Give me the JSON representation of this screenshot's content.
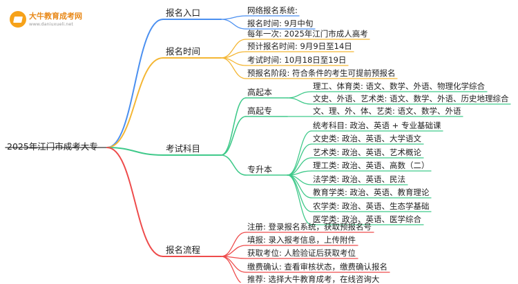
{
  "logo": {
    "name": "大牛教育成考网",
    "url": "www.daniuxueli.net",
    "brand_color": "#f6a21a"
  },
  "colors": {
    "blue": "#4a8ff0",
    "orange": "#f4b633",
    "green": "#3fc98a",
    "red": "#ee4b4b"
  },
  "root": "2025年江门市成考大专",
  "branches": [
    {
      "label": "报名入口",
      "color": "blue",
      "items": [
        "网络报名系统:",
        "报名时间: 9月中旬"
      ]
    },
    {
      "label": "报名时间",
      "color": "orange",
      "items": [
        "每年一次: 2025年江门市成人高考",
        "预计报名时间: 9月9日至14日",
        "考试时间: 10月18日至19日",
        "预报名阶段: 符合条件的考生可提前预报名"
      ]
    },
    {
      "label": "考试科目",
      "color": "green",
      "subs": [
        {
          "label": "高起本",
          "items": [
            "理工、体育类: 语文、数学、外语、物理化学综合",
            "文史、外语、艺术类: 语文、数学、外语、历史地理综合"
          ]
        },
        {
          "label": "高起专",
          "items": [
            "文、理、外、体、艺类: 语文、数学、外语"
          ]
        },
        {
          "label": "专升本",
          "items": [
            "统考科目: 政治、英语 + 专业基础课",
            "文史类: 政治、英语、大学语文",
            "艺术类: 政治、英语、艺术概论",
            "理工类: 政治、英语、高数（二）",
            "法学类: 政治、英语、民法",
            "教育学类: 政治、英语、教育理论",
            "农学类: 政治、英语、生态学基础",
            "医学类: 政治、英语、医学综合"
          ]
        }
      ]
    },
    {
      "label": "报名流程",
      "color": "red",
      "items": [
        "注册: 登录报名系统，获取预报名号",
        "填报: 录入报考信息，上传附件",
        "获取考位: 人脸验证后获取考位",
        "缴费确认: 查看审核状态，缴费确认报名",
        "推荐: 选择大牛教育成考，在线咨询大"
      ]
    }
  ]
}
